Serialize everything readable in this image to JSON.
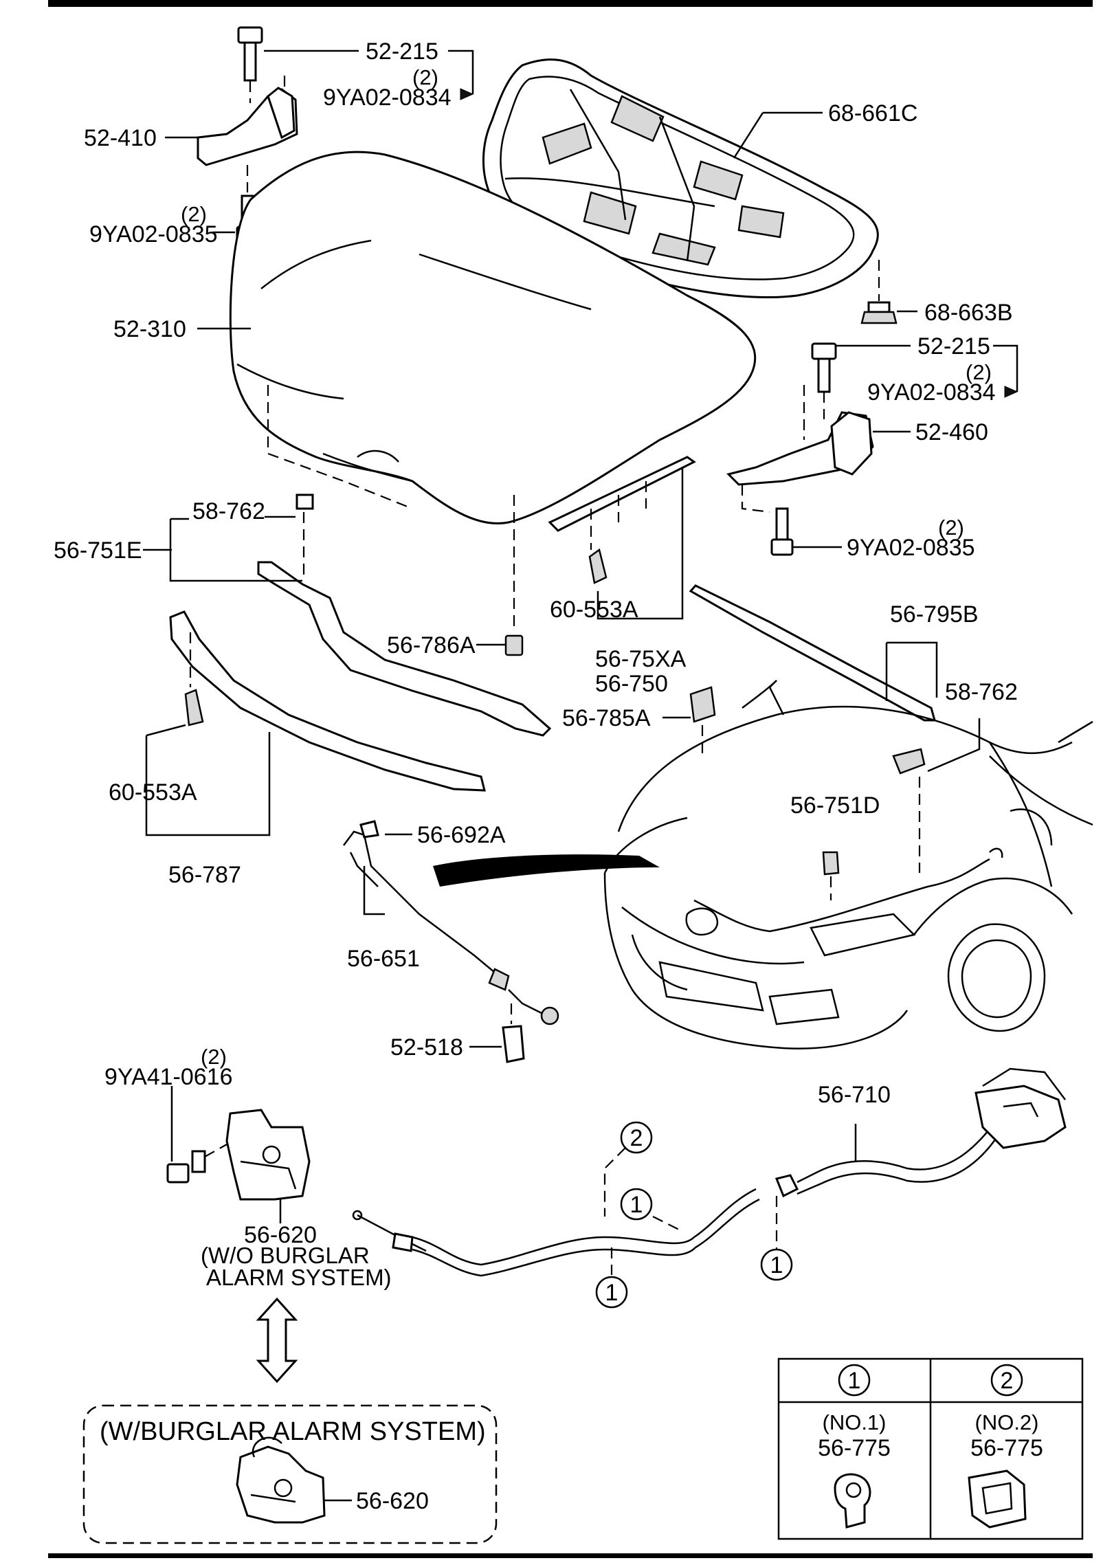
{
  "labels": {
    "hinge_bolt_left": "52-215",
    "hinge_bolt_left_qty": "(2)",
    "hinge_bolt_left_sub": "9YA02-0834",
    "hinge_left": "52-410",
    "hinge_lower_bolt_left_qty": "(2)",
    "hinge_lower_bolt_left": "9YA02-0835",
    "insulator": "68-661C",
    "insulator_clip": "68-663B",
    "hood": "52-310",
    "hinge_bolt_right": "52-215",
    "hinge_bolt_right_qty": "(2)",
    "hinge_bolt_right_sub": "9YA02-0834",
    "hinge_right": "52-460",
    "hinge_lower_bolt_right_qty": "(2)",
    "hinge_lower_bolt_right": "9YA02-0835",
    "clip_top": "58-762",
    "seal_front": "56-751E",
    "seal_rear_clip": "60-553A",
    "bumper_stop_a": "56-786A",
    "seal_rear_a": "56-75XA",
    "seal_rear_b": "56-750",
    "seal_side": "56-795B",
    "clip_side": "58-762",
    "bumper_stop_b": "56-785A",
    "front_seal_clip": "60-553A",
    "seal_lower": "56-751D",
    "front_seal": "56-787",
    "grommet": "56-692A",
    "hood_stay": "56-651",
    "stay_holder": "52-518",
    "latch_bolt_qty": "(2)",
    "latch_bolt": "9YA41-0616",
    "release_cable": "56-710",
    "latch": "56-620",
    "latch_note_1": "(W/O BURGLAR",
    "latch_note_2": "ALARM SYSTEM)",
    "callout_1": "1",
    "callout_2": "2",
    "alarm_box_title": "(W/BURGLAR ALARM SYSTEM)",
    "alarm_latch": "56-620"
  },
  "legend": {
    "col1_marker": "1",
    "col2_marker": "2",
    "col1_sub": "(NO.1)",
    "col1_part": "56-775",
    "col2_sub": "(NO.2)",
    "col2_part": "56-775"
  }
}
